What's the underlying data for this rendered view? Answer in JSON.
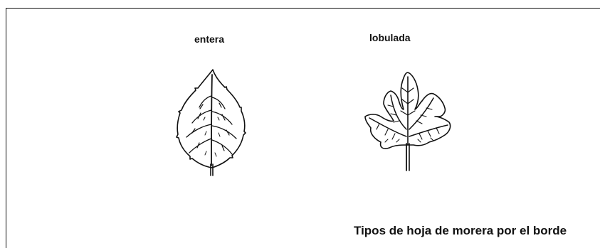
{
  "figure": {
    "leaves": [
      {
        "label": "entera",
        "icon": "entire-leaf-icon"
      },
      {
        "label": "lobulada",
        "icon": "lobed-leaf-icon"
      }
    ],
    "caption": "Tipos de hoja de morera por el borde"
  },
  "colors": {
    "ink": "#111111",
    "background": "#ffffff"
  }
}
